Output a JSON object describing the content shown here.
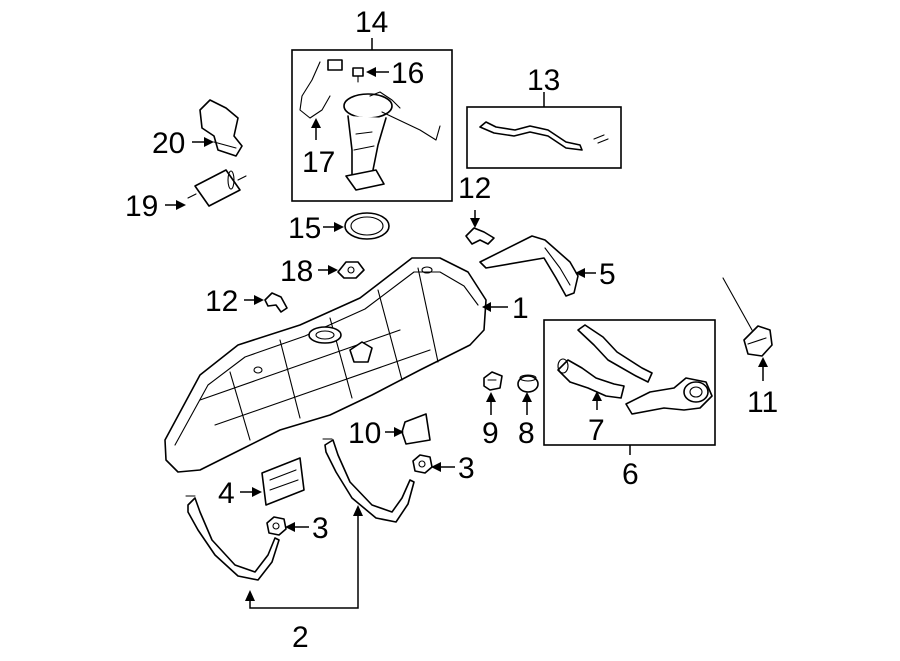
{
  "callouts": {
    "c1": "1",
    "c2": "2",
    "c3a": "3",
    "c3b": "3",
    "c4": "4",
    "c5": "5",
    "c6": "6",
    "c7": "7",
    "c8": "8",
    "c9": "9",
    "c10": "10",
    "c11": "11",
    "c12a": "12",
    "c12b": "12",
    "c13": "13",
    "c14": "14",
    "c15": "15",
    "c16": "16",
    "c17": "17",
    "c18": "18",
    "c19": "19",
    "c20": "20"
  }
}
